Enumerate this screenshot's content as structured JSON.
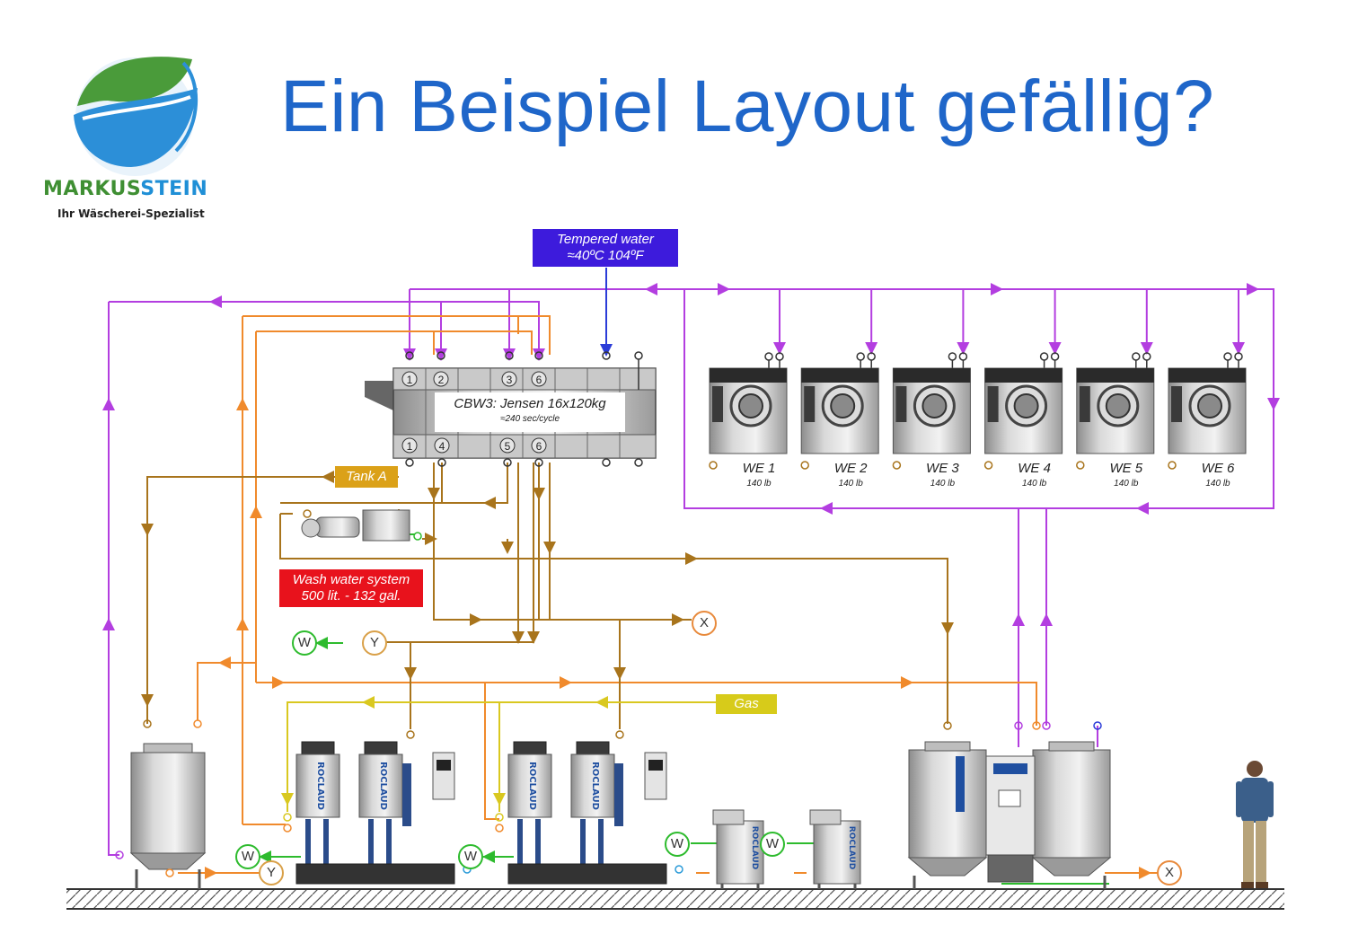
{
  "brand": {
    "name_part1": "MARKUS",
    "name_part2": "STEIN",
    "tagline": "Ihr Wäscherei-Spezialist"
  },
  "title": "Ein Beispiel Layout gefällig?",
  "labels": {
    "tempered_line1": "Tempered water",
    "tempered_line2": "≈40ºC 104ºF",
    "cbw_title": "CBW3: Jensen 16x120kg",
    "cbw_sub": "≈240 sec/cycle",
    "tank_a": "Tank A",
    "wash_line1": "Wash water system",
    "wash_line2": "500 lit. - 132 gal.",
    "gas": "Gas"
  },
  "cbw_top_ports": [
    "1",
    "2",
    "3",
    "6"
  ],
  "cbw_bottom_ports": [
    "1",
    "4",
    "5",
    "6"
  ],
  "washers": [
    {
      "name": "WE 1",
      "weight": "140 lb"
    },
    {
      "name": "WE 2",
      "weight": "140 lb"
    },
    {
      "name": "WE 3",
      "weight": "140 lb"
    },
    {
      "name": "WE 4",
      "weight": "140 lb"
    },
    {
      "name": "WE 5",
      "weight": "140 lb"
    },
    {
      "name": "WE 6",
      "weight": "140 lb"
    }
  ],
  "equipment_brand": "ROCLAUD",
  "connectors": {
    "w": "W",
    "y": "Y",
    "x": "X"
  },
  "colors": {
    "title_blue": "#1f66c9",
    "tempered_box": "#3d1bdc",
    "wash_box": "#e8121c",
    "tank_box": "#dba118",
    "gas_box": "#d7cb1a",
    "pipe_violet": "#b33ee0",
    "pipe_orange": "#f08a2c",
    "pipe_brown": "#a8741c",
    "pipe_yellow": "#d9c820",
    "pipe_green": "#2dbb2d",
    "pipe_blue": "#2b3cd8"
  }
}
